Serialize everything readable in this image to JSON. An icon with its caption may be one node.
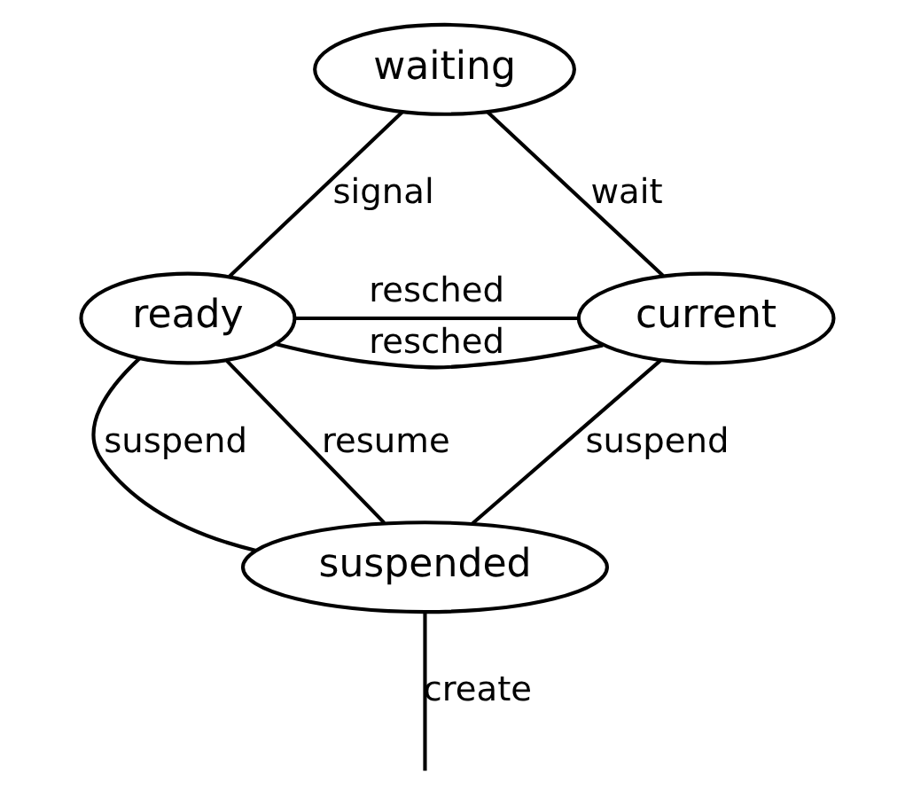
{
  "diagram": {
    "nodes": [
      {
        "text": [
          "waiting"
        ]
      },
      {
        "text": [
          "ready"
        ]
      },
      {
        "text": [
          "current"
        ]
      },
      {
        "text": [
          "suspended"
        ]
      }
    ],
    "edges": [
      {
        "from": 0,
        "to": 1,
        "arrow": "none",
        "label": "signal"
      },
      {
        "from": 2,
        "to": 0,
        "arrow": "none",
        "label": "wait"
      },
      {
        "from": 1,
        "to": 2,
        "arrow": "none",
        "label": "resched"
      },
      {
        "from": 2,
        "to": 1,
        "arrow": "none",
        "label": "resched"
      },
      {
        "from": 1,
        "to": 3,
        "arrow": "none",
        "label": "suspend"
      },
      {
        "from": 3,
        "to": 1,
        "arrow": "none",
        "label": "resume"
      },
      {
        "from": 2,
        "to": 3,
        "arrow": "none",
        "label": "suspend"
      },
      {
        "from": null,
        "to": 3,
        "arrow": "none",
        "label": "create"
      }
    ]
  }
}
